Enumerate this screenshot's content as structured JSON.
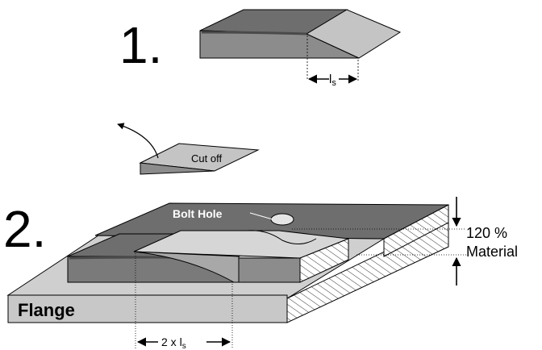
{
  "steps": {
    "step1": "1.",
    "step2": "2."
  },
  "labels": {
    "ls_main": "l",
    "ls_sub": "s",
    "cut_off": "Cut off",
    "bolt_hole": "Bolt Hole",
    "material_percent": "120 %",
    "material_word": "Material",
    "flange": "Flange",
    "twox_prefix": "2 x l",
    "twox_sub": "s"
  },
  "colors": {
    "dark_face": "#6e6e6e",
    "mid_face": "#8c8c8c",
    "light_face": "#c4c4c4",
    "pale_face": "#d6d6d6",
    "flange_top": "#cfcfcf",
    "flange_front": "#c8c8c8",
    "outline": "#000000"
  }
}
